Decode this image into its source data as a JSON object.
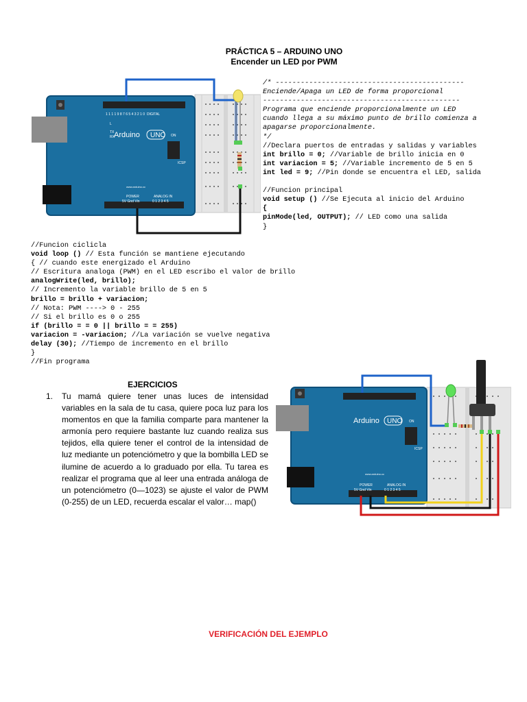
{
  "document": {
    "title": "PRÁCTICA 5 – ARDUINO UNO",
    "subtitle": "Encender un LED por PWM"
  },
  "board": {
    "brand": "Arduino",
    "model": "UNO",
    "website": "www.arduino.cc",
    "on_label": "ON",
    "tx_label": "TX",
    "rx_label": "RX",
    "l_label": "L",
    "icsp_label": "ICSP",
    "digital_label": "DIGITAL",
    "power_label": "POWER",
    "analog_label": "ANALOG IN",
    "power_pins": "5V Gnd Vin",
    "analog_pins": "0 1 2 3 4 5",
    "digital_pins": "1 1 1 1 9 8   7 6 5 4 3 2 1 0"
  },
  "code_right": [
    [
      {
        "t": "/* ---------------------------------------------",
        "s": "i"
      }
    ],
    [
      {
        "t": "Enciende/Apaga un LED de forma proporcional",
        "s": "i"
      }
    ],
    [
      {
        "t": "-----------------------------------------------",
        "s": "i"
      }
    ],
    [
      {
        "t": "Programa que enciende proporcionalmente un LED",
        "s": "i"
      }
    ],
    [
      {
        "t": "cuando llega a su máximo punto de brillo comienza a",
        "s": "i"
      }
    ],
    [
      {
        "t": "apagarse proporcionalmente.",
        "s": "i"
      }
    ],
    [
      {
        "t": "*/",
        "s": "i"
      }
    ],
    [
      {
        "t": "//Declara puertos de entradas y salidas y variables",
        "s": ""
      }
    ],
    [
      {
        "t": "int brillo = 0;",
        "s": "b"
      },
      {
        "t": " //Variable de brillo inicia en 0",
        "s": ""
      }
    ],
    [
      {
        "t": "int variacion = 5;",
        "s": "b"
      },
      {
        "t": " //Variable incremento de 5 en 5",
        "s": ""
      }
    ],
    [
      {
        "t": "int led = 9;",
        "s": "b"
      },
      {
        "t": " //Pin donde se encuentra el LED, salida",
        "s": ""
      }
    ],
    [
      {
        "t": "",
        "s": ""
      }
    ],
    [
      {
        "t": "//Funcion principal",
        "s": ""
      }
    ],
    [
      {
        "t": "void setup ()",
        "s": "b"
      },
      {
        "t": " //Se Ejecuta al inicio del Arduino",
        "s": ""
      }
    ],
    [
      {
        "t": "{",
        "s": "b"
      }
    ],
    [
      {
        "t": "pinMode(led, OUTPUT);",
        "s": "b"
      },
      {
        "t": " // LED como una salida",
        "s": ""
      }
    ],
    [
      {
        "t": "}",
        "s": ""
      }
    ]
  ],
  "code_left": [
    [
      {
        "t": "//Funcion ciclicla",
        "s": ""
      }
    ],
    [
      {
        "t": "void loop ()",
        "s": "b"
      },
      {
        "t": " // Esta función se mantiene ejecutando",
        "s": ""
      }
    ],
    [
      {
        "t": "{ // cuando este energizado el Arduino",
        "s": ""
      }
    ],
    [
      {
        "t": "// Escritura analoga (PWM) en el LED escribo el valor de brillo",
        "s": ""
      }
    ],
    [
      {
        "t": "analogWrite(led, brillo);",
        "s": "b"
      }
    ],
    [
      {
        "t": "// Incremento la variable brillo de 5 en 5",
        "s": ""
      }
    ],
    [
      {
        "t": "brillo = brillo + variacion;",
        "s": "b"
      }
    ],
    [
      {
        "t": "// Nota: PWM ----> 0 - 255",
        "s": ""
      }
    ],
    [
      {
        "t": "// Si el brillo es 0 o 255",
        "s": ""
      }
    ],
    [
      {
        "t": "if (brillo = = 0 || brillo = = 255)",
        "s": "b"
      }
    ],
    [
      {
        "t": "variacion = -variacion;",
        "s": "b"
      },
      {
        "t": " //La variación se vuelve negativa",
        "s": ""
      }
    ],
    [
      {
        "t": "delay (30);",
        "s": "b"
      },
      {
        "t": " //Tiempo de incremento en el brillo",
        "s": ""
      }
    ],
    [
      {
        "t": "}",
        "s": ""
      }
    ],
    [
      {
        "t": "//Fin programa",
        "s": ""
      }
    ]
  ],
  "exercises": {
    "heading": "EJERCICIOS",
    "items": [
      {
        "number": "1.",
        "text": "Tu mamá quiere tener unas luces de intensidad variables en la sala de tu casa, quiere poca luz para los momentos en que la familia comparte para mantener la armonía pero requiere bastante luz cuando realiza sus tejidos, ella quiere tener el control de la intensidad de luz mediante un potenciómetro y que la bombilla LED se ilumine de acuerdo a lo graduado por ella. Tu tarea es realizar el programa que al leer una entrada análoga de un potenciómetro (0—1023) se ajuste el valor de PWM (0-255) de un LED, recuerda escalar el valor… map()"
      }
    ]
  },
  "verification": "VERIFICACIÓN DEL EJEMPLO",
  "colors": {
    "board": "#1b6fa0",
    "board_dark": "#0e4f79",
    "wire_blue": "#1e63c9",
    "wire_black": "#111111",
    "wire_red": "#d01818",
    "wire_yellow": "#f2d21a",
    "led_yellow": "#f3e46c",
    "led_green": "#5ee05a",
    "breadboard": "#e6e6e6",
    "title_red": "#e0202a"
  }
}
